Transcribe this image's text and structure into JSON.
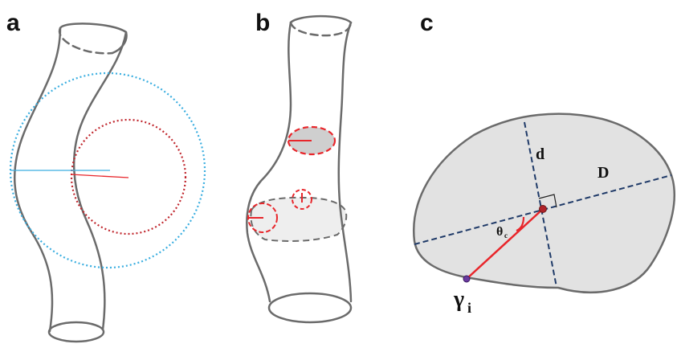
{
  "panels": {
    "a": {
      "letter": "a"
    },
    "b": {
      "letter": "b"
    },
    "c": {
      "letter": "c",
      "label_d": "d",
      "label_D": "D",
      "label_theta": "θ",
      "label_theta_sub": "c",
      "label_gamma": "γ",
      "label_gamma_sub": "i"
    }
  },
  "colors": {
    "outline": "#6b6b6b",
    "blue_dotted": "#3aaee0",
    "red_dotted": "#c0262d",
    "red_line": "#e8262b",
    "axis_dash": "#1f3a68",
    "fill_gray": "#e2e2e2",
    "point_purple": "#6a3aa0"
  }
}
